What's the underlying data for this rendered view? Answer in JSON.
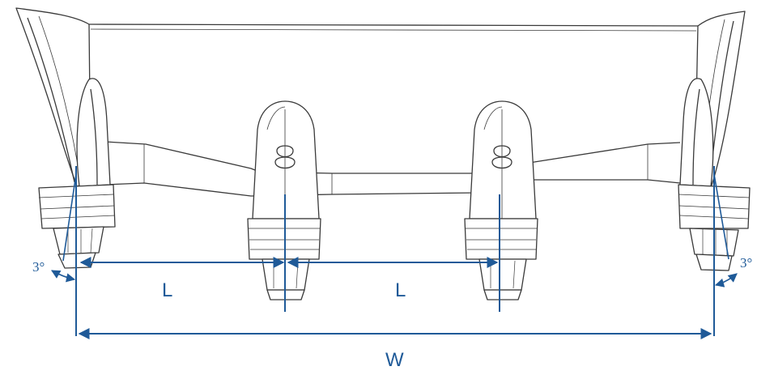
{
  "labels": {
    "spacing_left": "L",
    "spacing_right": "L",
    "overall_width": "W",
    "angle_left": "3°",
    "angle_right": "3°"
  },
  "colors": {
    "outline": "#3a3a3a",
    "dimension": "#1f5a98"
  }
}
